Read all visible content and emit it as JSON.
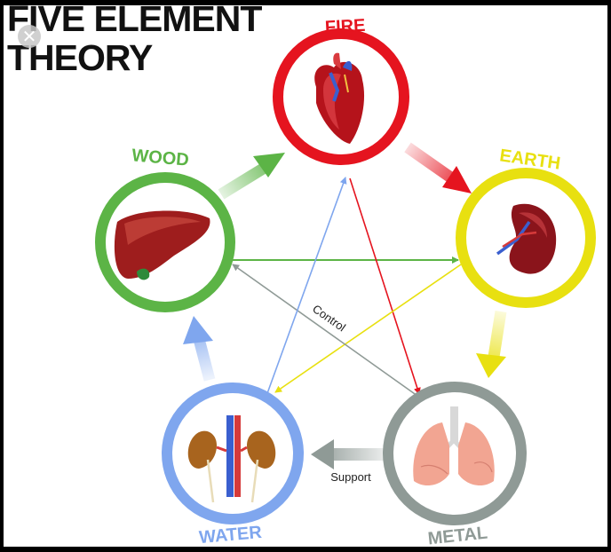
{
  "title": {
    "line1": "FIVE ELEMENT",
    "line2": "THEORY"
  },
  "close_icon": "✕",
  "elements": {
    "fire": {
      "label": "FIRE",
      "organ": "heart",
      "color": "#e5141f"
    },
    "earth": {
      "label": "EARTH",
      "organ": "spleen",
      "color": "#e8e010"
    },
    "metal": {
      "label": "METAL",
      "organ": "lungs",
      "color": "#8f9a96"
    },
    "water": {
      "label": "WATER",
      "organ": "kidneys",
      "color": "#7fa6ee"
    },
    "wood": {
      "label": "WOOD",
      "organ": "liver",
      "color": "#5cb446"
    }
  },
  "cycles": {
    "control_label": "Control",
    "support_label": "Support"
  }
}
